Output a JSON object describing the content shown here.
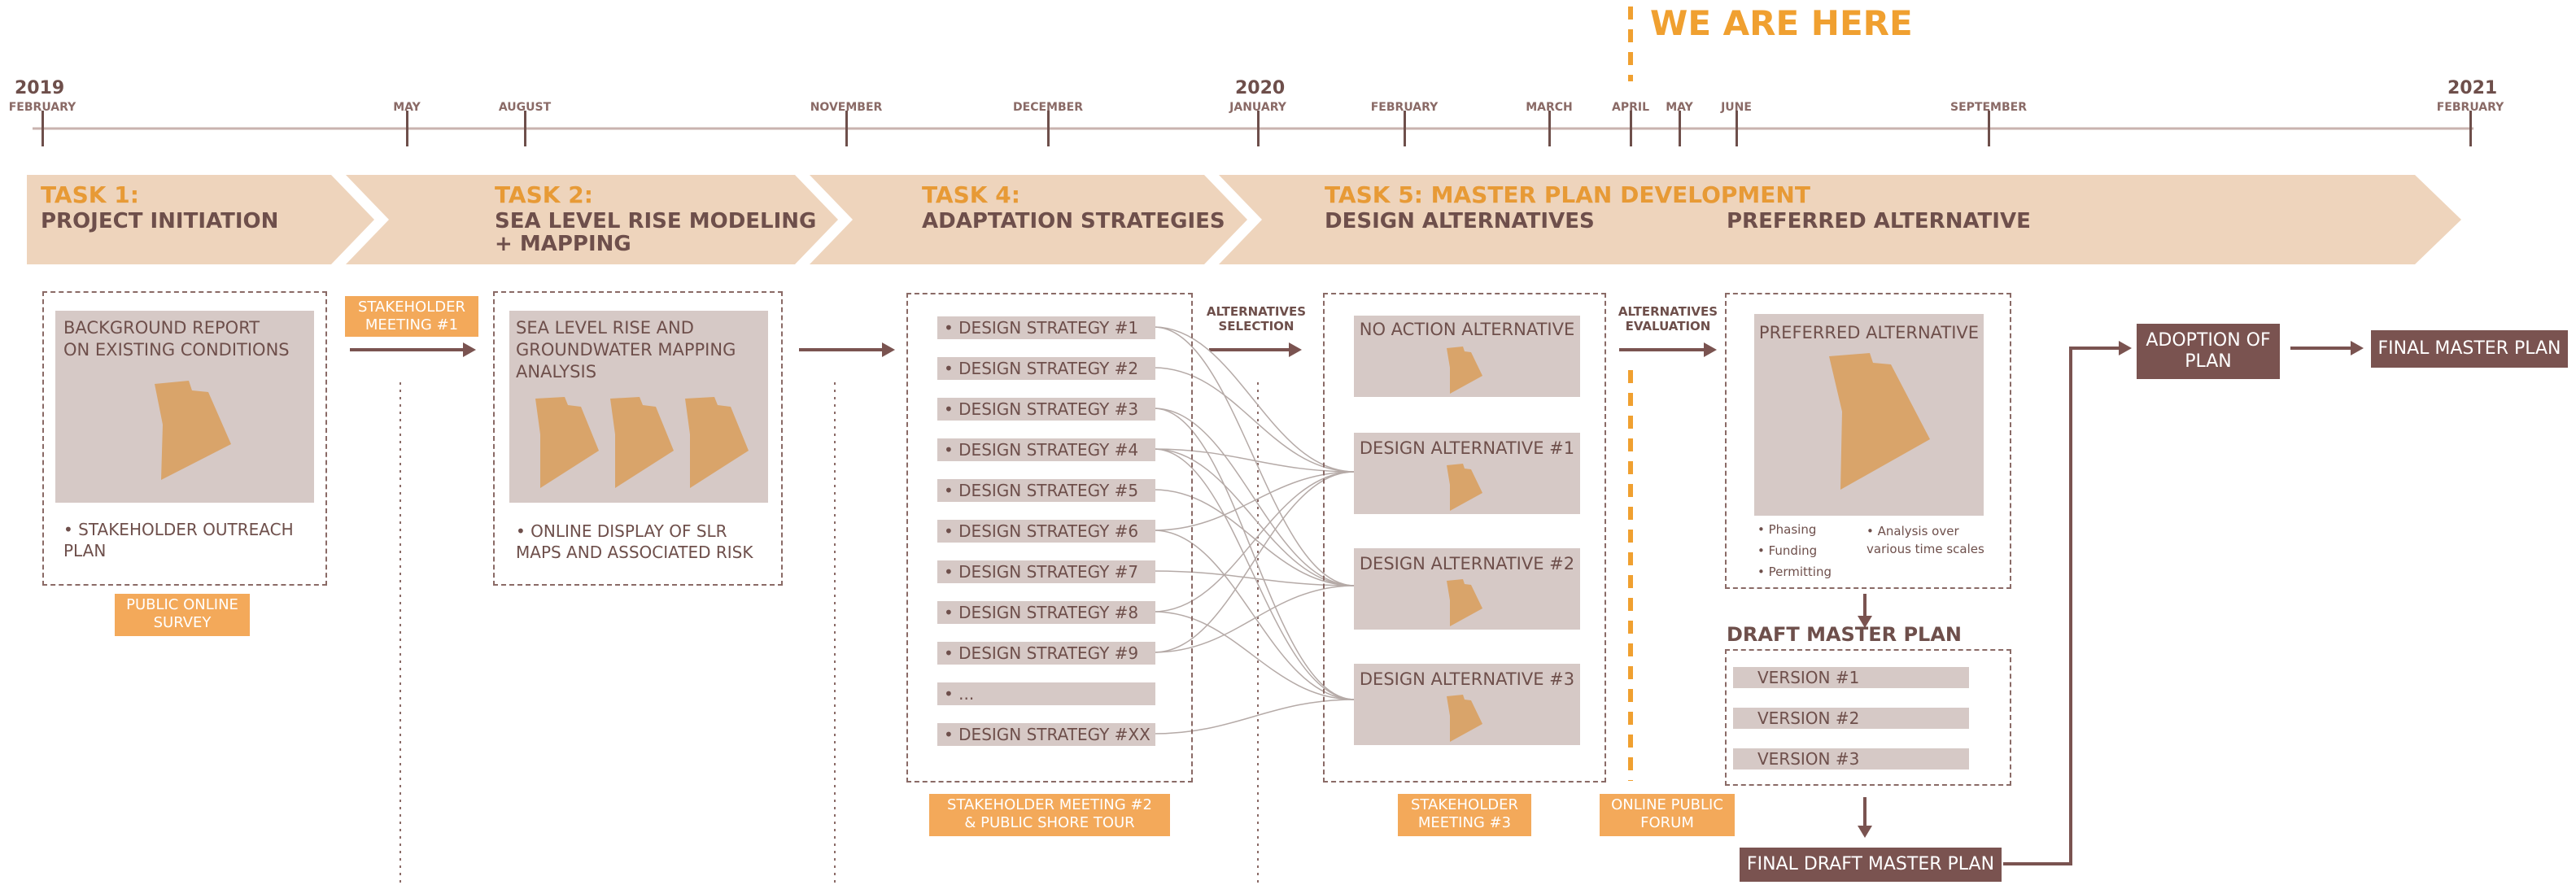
{
  "marker": {
    "label": "WE ARE HERE"
  },
  "timeline": {
    "years": [
      "2019",
      "2020",
      "2021"
    ],
    "months": [
      "FEBRUARY",
      "MAY",
      "AUGUST",
      "NOVEMBER",
      "DECEMBER",
      "JANUARY",
      "FEBRUARY",
      "MARCH",
      "APRIL",
      "MAY",
      "JUNE",
      "SEPTEMBER",
      "FEBRUARY"
    ]
  },
  "tasks": [
    {
      "number": "TASK 1:",
      "name_lines": [
        "PROJECT INITIATION"
      ]
    },
    {
      "number": "TASK 2:",
      "name_lines": [
        "SEA LEVEL RISE MODELING",
        "+ MAPPING"
      ]
    },
    {
      "number": "TASK 4:",
      "name_lines": [
        "ADAPTATION STRATEGIES"
      ]
    },
    {
      "number": "TASK 5: MASTER PLAN DEVELOPMENT",
      "name_lines": [
        "DESIGN ALTERNATIVES"
      ],
      "name_2": "PREFERRED ALTERNATIVE"
    }
  ],
  "task1": {
    "report_lines": [
      "BACKGROUND REPORT",
      "ON EXISTING CONDITIONS"
    ],
    "bullet_lines": [
      "• STAKEHOLDER OUTREACH",
      "PLAN"
    ],
    "survey_lines": [
      "PUBLIC ONLINE",
      "SURVEY"
    ],
    "meeting_lines": [
      "STAKEHOLDER",
      "MEETING #1"
    ]
  },
  "task2": {
    "analysis_lines": [
      "SEA LEVEL RISE AND",
      "GROUNDWATER MAPPING",
      "ANALYSIS"
    ],
    "bullet_lines": [
      "• ONLINE DISPLAY OF SLR",
      "MAPS AND ASSOCIATED RISK"
    ]
  },
  "task4": {
    "strategies": [
      "• DESIGN STRATEGY #1",
      "• DESIGN STRATEGY #2",
      "• DESIGN STRATEGY #3",
      "• DESIGN STRATEGY #4",
      "• DESIGN STRATEGY #5",
      "• DESIGN STRATEGY #6",
      "• DESIGN STRATEGY #7",
      "• DESIGN STRATEGY #8",
      "• DESIGN STRATEGY #9",
      "• ...",
      "• DESIGN STRATEGY #XX"
    ],
    "selection_lines": [
      "ALTERNATIVES",
      "SELECTION"
    ],
    "meeting_lines": [
      "STAKEHOLDER MEETING #2",
      "& PUBLIC SHORE TOUR"
    ]
  },
  "task5": {
    "alternatives": [
      "NO ACTION ALTERNATIVE",
      "DESIGN ALTERNATIVE #1",
      "DESIGN ALTERNATIVE #2",
      "DESIGN ALTERNATIVE #3"
    ],
    "evaluation_lines": [
      "ALTERNATIVES",
      "EVALUATION"
    ],
    "meeting3_lines": [
      "STAKEHOLDER",
      "MEETING #3"
    ],
    "forum_lines": [
      "ONLINE PUBLIC",
      "FORUM"
    ],
    "preferred_title": "PREFERRED ALTERNATIVE",
    "preferred_bullets": [
      "• Phasing",
      "• Funding",
      "• Permitting"
    ],
    "preferred_analysis_lines": [
      "• Analysis over",
      "various time scales"
    ],
    "draft_title": "DRAFT MASTER PLAN",
    "versions": [
      "VERSION #1",
      "VERSION #2",
      "VERSION #3"
    ],
    "final_draft": "FINAL DRAFT MASTER PLAN",
    "adoption_lines": [
      "ADOPTION OF",
      "PLAN"
    ],
    "final_plan": "FINAL MASTER PLAN"
  },
  "colors": {
    "brown": "#7a5350",
    "orange": "#f3a95a",
    "accent": "#f0a030",
    "band": "#eed4bc",
    "gray": "#d6c9c6"
  }
}
